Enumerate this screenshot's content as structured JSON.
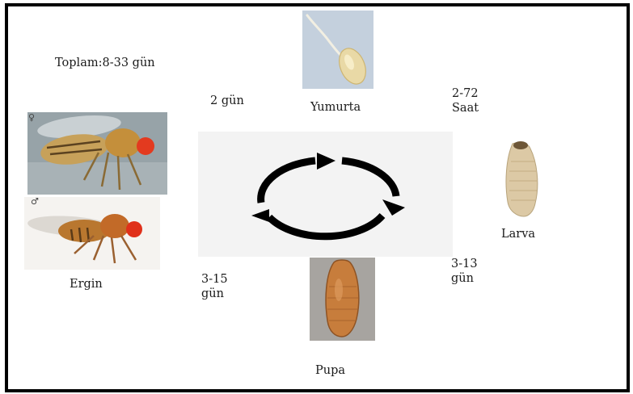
{
  "total": "Toplam:8-33 gün",
  "stages": {
    "egg": {
      "label": "Yumurta"
    },
    "larva": {
      "label": "Larva"
    },
    "pupa": {
      "label": "Pupa"
    },
    "adult": {
      "label": "Ergin"
    }
  },
  "durations": {
    "adult_to_egg": "2 gün",
    "egg_to_larva_line1": "2-72",
    "egg_to_larva_line2": "Saat",
    "larva_to_pupa_line1": "3-13",
    "larva_to_pupa_line2": "gün",
    "pupa_to_adult_line1": "3-15",
    "pupa_to_adult_line2": "gün"
  },
  "sex_symbols": {
    "female": "♀",
    "male": "♂"
  },
  "colors": {
    "border": "#000000",
    "arrow": "#000000",
    "cycle_panel": "#f3f3f3",
    "fly_body": "#c98a3a",
    "fly_eye": "#e23a1e"
  },
  "icons": {
    "cycle": "circular-arrows-icon",
    "female": "female-symbol-icon",
    "male": "male-symbol-icon"
  }
}
